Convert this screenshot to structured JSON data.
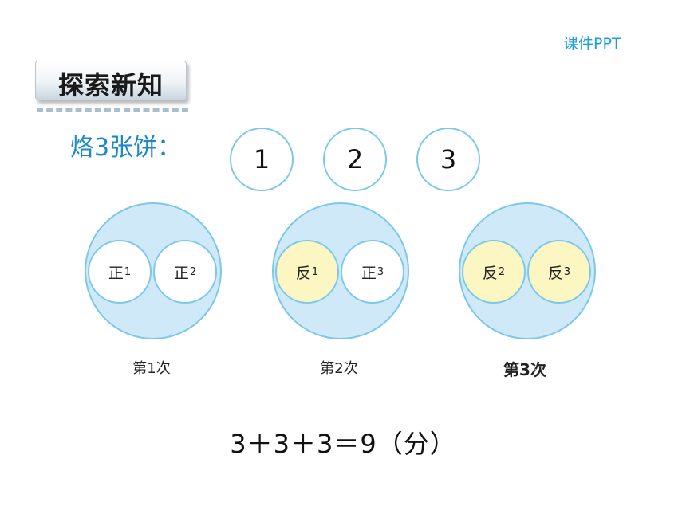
{
  "brand": "课件PPT",
  "section_title": "探索新知",
  "intro": "烙3张饼：",
  "cakes": [
    "1",
    "2",
    "3"
  ],
  "rounds": [
    {
      "label": "第1次",
      "sides": [
        {
          "text": "正",
          "sub": "1",
          "kind": "front"
        },
        {
          "text": "正",
          "sub": "2",
          "kind": "front"
        }
      ]
    },
    {
      "label": "第2次",
      "sides": [
        {
          "text": "反",
          "sub": "1",
          "kind": "back"
        },
        {
          "text": "正",
          "sub": "3",
          "kind": "front"
        }
      ]
    },
    {
      "label": "第3次",
      "sides": [
        {
          "text": "反",
          "sub": "2",
          "kind": "back"
        },
        {
          "text": "反",
          "sub": "3",
          "kind": "back"
        }
      ]
    }
  ],
  "formula": "3＋3＋3＝9（分）",
  "colors": {
    "accent": "#1aa0d8",
    "pan": "#cfe9f8",
    "back_side": "#fbf6c2",
    "outline": "#7cc8ea"
  }
}
